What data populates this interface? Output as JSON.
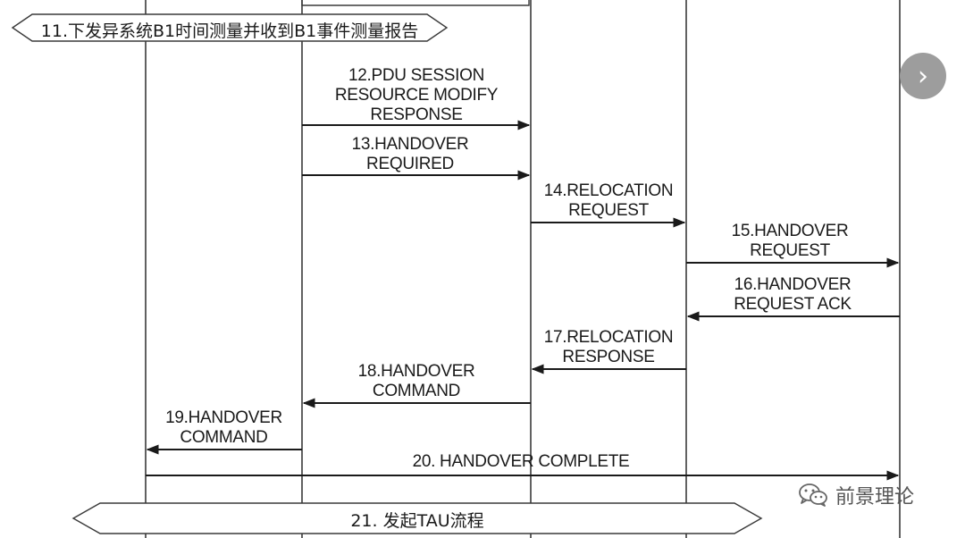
{
  "band_top": {
    "label": "11.下发异系统B1时间测量并收到B1事件测量报告"
  },
  "band_bottom": {
    "label": "21. 发起TAU流程"
  },
  "messages": [
    {
      "lines": [
        "12.PDU SESSION",
        "RESOURCE MODIFY",
        "RESPONSE"
      ]
    },
    {
      "lines": [
        "13.HANDOVER",
        "REQUIRED"
      ]
    },
    {
      "lines": [
        "14.RELOCATION",
        "REQUEST"
      ]
    },
    {
      "lines": [
        "15.HANDOVER",
        "REQUEST"
      ]
    },
    {
      "lines": [
        "16.HANDOVER",
        "REQUEST ACK"
      ]
    },
    {
      "lines": [
        "17.RELOCATION",
        "RESPONSE"
      ]
    },
    {
      "lines": [
        "18.HANDOVER",
        "COMMAND"
      ]
    },
    {
      "lines": [
        "19.HANDOVER",
        "COMMAND"
      ]
    },
    {
      "lines": [
        "20. HANDOVER COMPLETE"
      ]
    }
  ],
  "nav": {
    "next_glyph": "›"
  },
  "watermark": {
    "text": "前景理论",
    "icon": "wechat-icon"
  },
  "colors": {
    "line": "#1a1a1a",
    "button": "#9d9d9d"
  }
}
